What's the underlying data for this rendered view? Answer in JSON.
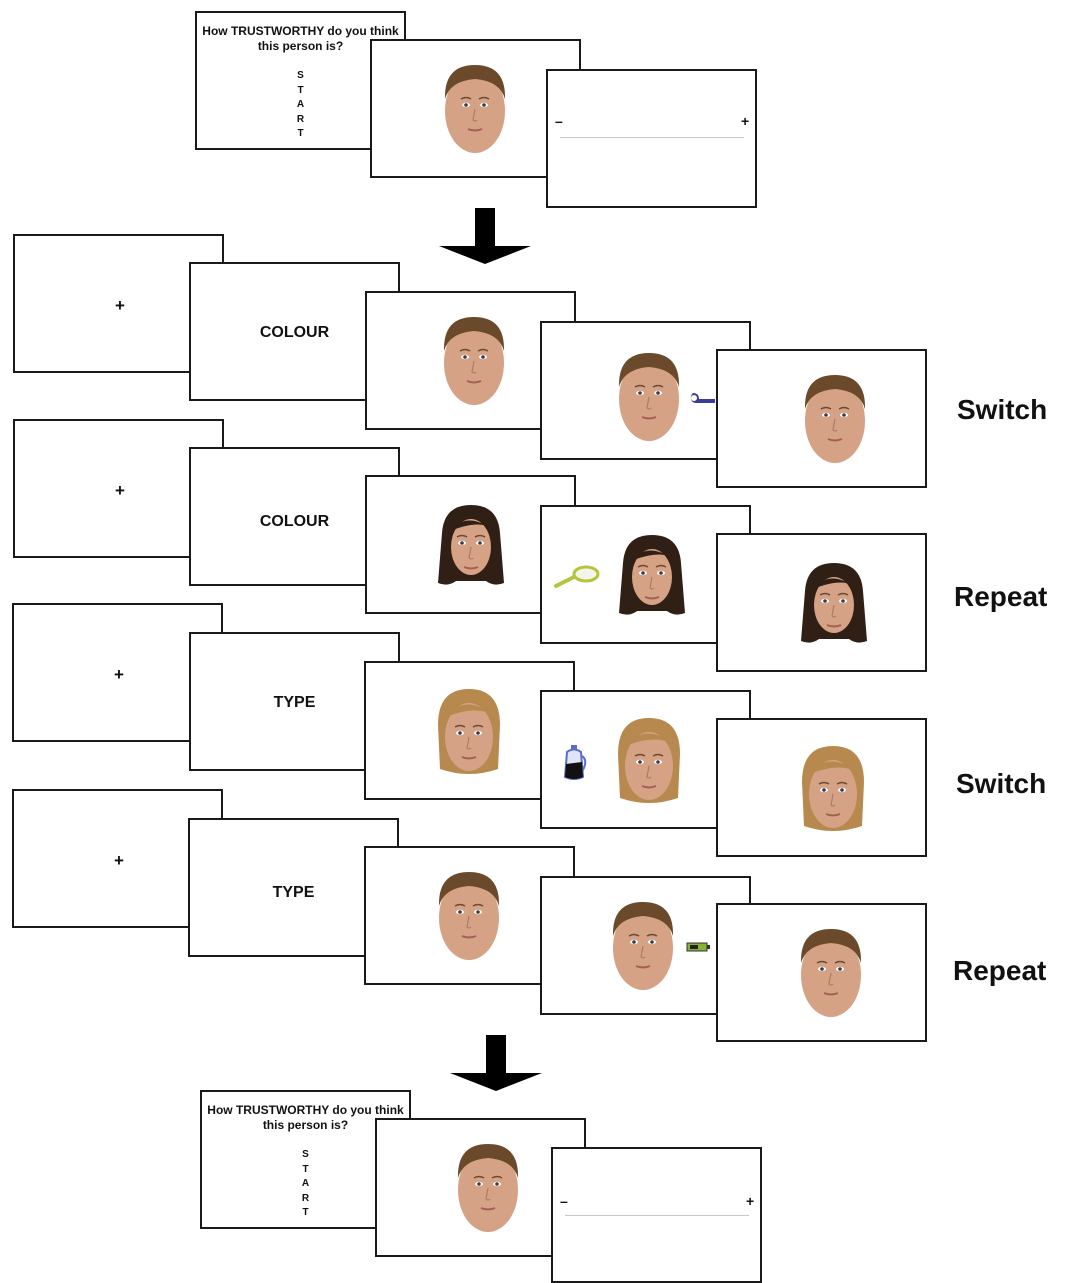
{
  "rating_screen": {
    "question": [
      "How TRUSTWORTHY do you think",
      "this person is?"
    ],
    "start_letters": [
      "S",
      "T",
      "A",
      "R",
      "T"
    ],
    "scale_minus": "–",
    "scale_plus": "+"
  },
  "trials": [
    {
      "fixation": "+",
      "cue": "COLOUR",
      "condition": "Switch",
      "object": "wrench-icon"
    },
    {
      "fixation": "+",
      "cue": "COLOUR",
      "condition": "Repeat",
      "object": "magnifier-icon"
    },
    {
      "fixation": "+",
      "cue": "TYPE",
      "condition": "Switch",
      "object": "kettle-icon"
    },
    {
      "fixation": "+",
      "cue": "TYPE",
      "condition": "Repeat",
      "object": "battery-icon"
    }
  ],
  "colors": {
    "border": "#1a1a1a",
    "skin": "#d5a286",
    "brown_hair": "#6a4a2a",
    "dark_hair": "#2f1f14",
    "blonde_hair": "#b8894e",
    "wrench": "#3a3d9a",
    "magnifier": "#b6c43a",
    "kettle": "#5b6ec7",
    "battery": "#8ab236"
  }
}
